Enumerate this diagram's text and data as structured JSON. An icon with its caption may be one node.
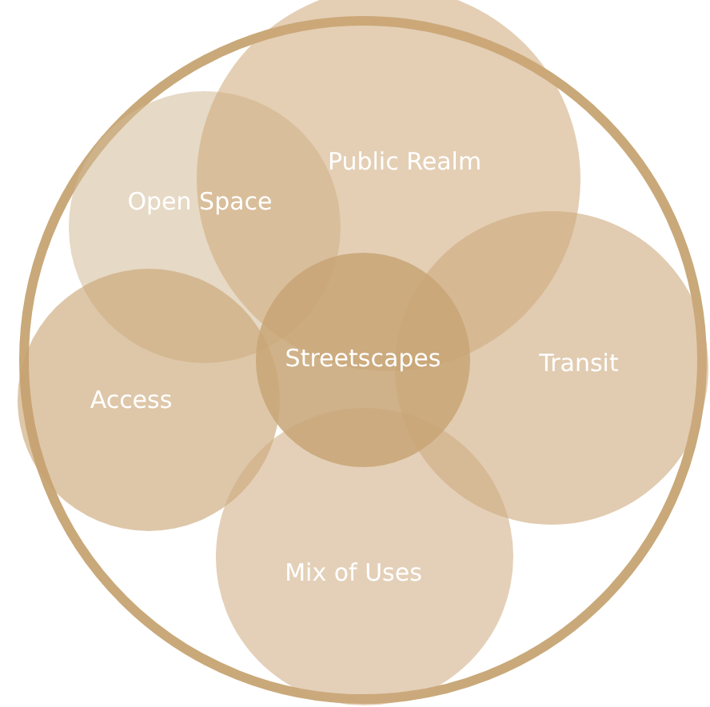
{
  "diagram": {
    "nodes": [
      {
        "text": [
          "Public Realm"
        ]
      },
      {
        "text": [
          "Open Space"
        ]
      },
      {
        "text": [
          "Streetscapes"
        ]
      },
      {
        "text": [
          "Transit"
        ]
      },
      {
        "text": [
          "Access"
        ]
      },
      {
        "text": [
          "Mix of Uses"
        ]
      }
    ]
  }
}
